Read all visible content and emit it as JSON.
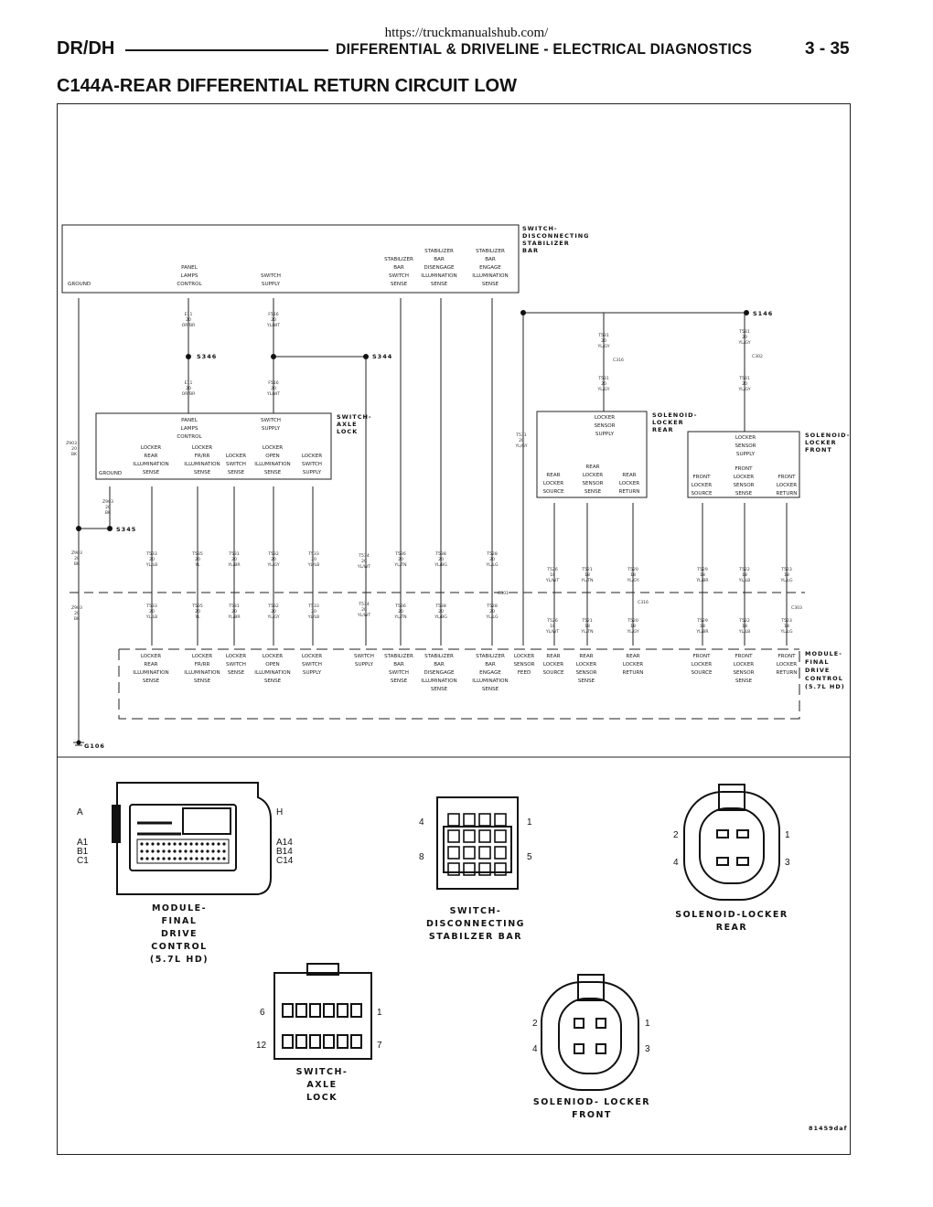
{
  "page": {
    "url": "https://truckmanualshub.com/",
    "model": "DR/DH",
    "section": "DIFFERENTIAL & DRIVELINE - ELECTRICAL DIAGNOSTICS",
    "page_number": "3 - 35",
    "title": "C144A-REAR DIFFERENTIAL RETURN CIRCUIT LOW",
    "figure_id": "81459daf"
  },
  "components": {
    "stabilizer_switch": "SWITCH-\nDISCONNECTING\nSTABILIZER\nBAR",
    "axle_lock_switch": "SWITCH-\nAXLE\nLOCK",
    "solenoid_rear": "SOLENOID-\nLOCKER\nREAR",
    "solenoid_front": "SOLENOID-\nLOCKER\nFRONT",
    "module": "MODULE-\nFINAL\nDRIVE\nCONTROL\n(5.7L HD)"
  },
  "splices": {
    "s146": "S146",
    "s346": "S346",
    "s344": "S344",
    "s345": "S345",
    "g106": "G106"
  },
  "connectors": {
    "c316": "C316",
    "c302": "C302",
    "c301": "C301",
    "c303": "C303"
  },
  "labels": {
    "ground": "GROUND",
    "panel_lamps_control": "PANEL\nLAMPS\nCONTROL",
    "switch_supply": "SWITCH\nSUPPLY",
    "stab_bar_switch_sense": "STABILIZER\nBAR\nSWITCH\nSENSE",
    "stab_disengage_sense": "STABILIZER\nBAR\nDISENGAGE\nILLUMINATION\nSENSE",
    "stab_engage_sense": "STABILIZER\nBAR\nENGAGE\nILLUMINATION\nSENSE",
    "locker_rear_illum": "LOCKER\nREAR\nILLUMINATION\nSENSE",
    "locker_frrr_illum": "LOCKER\nFR/RR\nILLUMINATION\nSENSE",
    "locker_switch_sense": "LOCKER\nSWITCH\nSENSE",
    "locker_open_illum": "LOCKER\nOPEN\nILLUMINATION\nSENSE",
    "locker_switch_supply": "LOCKER\nSWITCH\nSUPPLY",
    "locker_sensor_supply": "LOCKER\nSENSOR\nSUPPLY",
    "rear_locker_source": "REAR\nLOCKER\nSOURCE",
    "rear_locker_sensor_sense": "REAR\nLOCKER\nSENSOR\nSENSE",
    "rear_locker_return": "REAR\nLOCKER\nRETURN",
    "front_locker_source": "FRONT\nLOCKER\nSOURCE",
    "front_locker_sensor_sense": "FRONT\nLOCKER\nSENSOR\nSENSE",
    "front_locker_return": "FRONT\nLOCKER\nRETURN",
    "locker_sensor_feed": "LOCKER\nSENSOR\nFEED"
  },
  "wires": {
    "e11": "E11\n20\nOR/BR",
    "f516": "F516\n20\nYL/WT",
    "z903": "Z903\n20\nBK",
    "t531": "T531\n20\nYL/GY",
    "t533": "T533\n20\nYL/LB",
    "t535": "T535\n20\nYL",
    "t531b": "T531\n20\nYL/BR",
    "t532": "T532\n20\nYL/GY",
    "t534": "T534\n20\nYL/WT",
    "t536": "T536\n20\nYL/TN",
    "t538": "T538\n20\nYL/BG",
    "t528": "T528\n20\nYL/LG",
    "t526": "T526\n18\nYL/WT",
    "t521": "T521\n18\nYL/TN",
    "t520": "T520\n18\nYL/GY",
    "t529": "T529\n18\nYL/BR",
    "t522": "T522\n18\nYL/LB",
    "t523": "T523\n18\nYL/LG"
  },
  "connector_views": {
    "module": {
      "name": "MODULE-\nFINAL\nDRIVE\nCONTROL\n(5.7L HD)",
      "pin_a": "A",
      "pin_h": "H",
      "left_pins": "A1\nB1\nC1",
      "right_pins": "A14\nB14\nC14"
    },
    "stabilizer": {
      "name": "SWITCH-\nDISCONNECTING\nSTABILZER BAR",
      "pins": [
        "4",
        "1",
        "8",
        "5"
      ]
    },
    "solenoid_rear": {
      "name": "SOLENOID-LOCKER\nREAR",
      "pins": [
        "2",
        "1",
        "4",
        "3"
      ]
    },
    "axle_lock": {
      "name": "SWITCH-\nAXLE\nLOCK",
      "pins": [
        "6",
        "1",
        "12",
        "7"
      ]
    },
    "solenoid_front": {
      "name": "SOLENIOD- LOCKER\nFRONT",
      "pins": [
        "2",
        "1",
        "4",
        "3"
      ]
    }
  }
}
